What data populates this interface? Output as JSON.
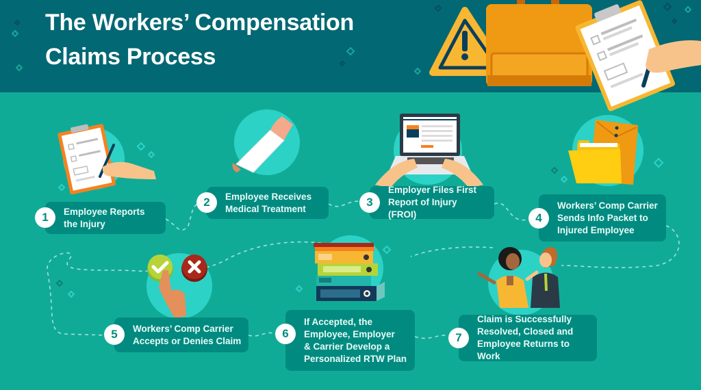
{
  "header": {
    "title_line1": "The Workers’ Compensation",
    "title_line2": "Claims Process",
    "illustrations": [
      "warning-triangle-icon",
      "briefcase-icon",
      "clipboard-with-pen-icon"
    ]
  },
  "colors": {
    "header_bg": "#026873",
    "main_bg": "#10ab97",
    "box_bg": "#018b80",
    "circle_bg": "#2dd2c6",
    "accent_orange": "#ef9a12",
    "text": "#ffffff"
  },
  "steps": [
    {
      "number": "1",
      "text_line1": "Employee Reports",
      "text_line2": "the Injury",
      "icon": "clipboard-writing-icon"
    },
    {
      "number": "2",
      "text_line1": "Employee Receives",
      "text_line2": "Medical Treatment",
      "icon": "arm-cast-icon"
    },
    {
      "number": "3",
      "text_line1": "Employer Files First",
      "text_line2": "Report of Injury (FROI)",
      "icon": "laptop-typing-icon"
    },
    {
      "number": "4",
      "text_line1": "Workers’ Comp Carrier",
      "text_line2": "Sends Info Packet to",
      "text_line3": "Injured Employee",
      "icon": "folder-envelope-icon"
    },
    {
      "number": "5",
      "text_line1": "Workers’ Comp Carrier",
      "text_line2": "Accepts or Denies Claim",
      "icon": "accept-deny-buttons-icon"
    },
    {
      "number": "6",
      "text_line1": "If Accepted, the",
      "text_line2": "Employee, Employer",
      "text_line3": "& Carrier Develop a",
      "text_line4": "Personalized RTW Plan",
      "icon": "binders-stack-icon"
    },
    {
      "number": "7",
      "text_line1": "Claim is Successfully",
      "text_line2": "Resolved, Closed and",
      "text_line3": "Employee Returns to Work",
      "icon": "people-talking-icon"
    }
  ]
}
